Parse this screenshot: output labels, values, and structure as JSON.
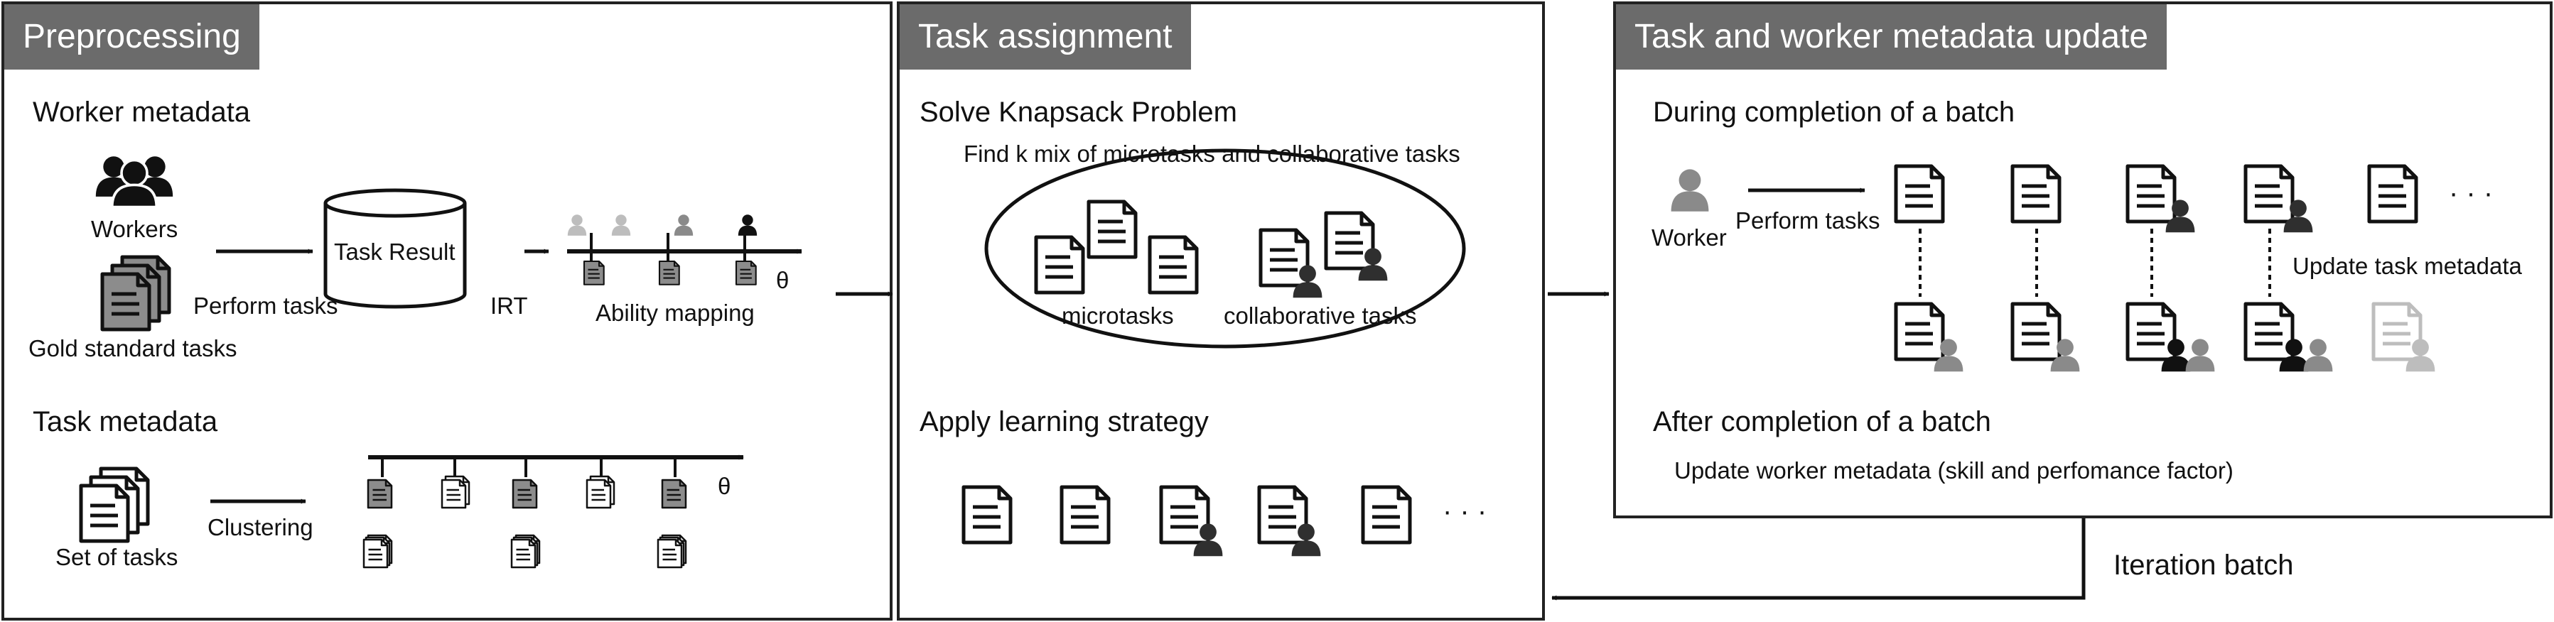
{
  "panels": {
    "preprocessing": {
      "title": "Preprocessing",
      "worker_metadata": "Worker metadata",
      "workers": "Workers",
      "gold_standard_tasks": "Gold standard tasks",
      "perform_tasks": "Perform tasks",
      "task_result": "Task Result",
      "irt": "IRT",
      "ability_mapping": "Ability mapping",
      "theta_1": "θ",
      "task_metadata": "Task metadata",
      "set_of_tasks": "Set of tasks",
      "clustering": "Clustering",
      "theta_2": "θ"
    },
    "assignment": {
      "title": "Task assignment",
      "knapsack": "Solve Knapsack Problem",
      "find_mix": "Find k mix of microtasks and collaborative tasks",
      "microtasks": "microtasks",
      "collaborative_tasks": "collaborative tasks",
      "learning_strategy": "Apply learning strategy",
      "ellipsis": "· · ·"
    },
    "update": {
      "title": "Task and worker metadata update",
      "during": "During completion of a batch",
      "worker": "Worker",
      "perform_tasks": "Perform tasks",
      "ellipsis": "· · ·",
      "update_task_metadata": "Update task metadata",
      "after": "After completion of a batch",
      "update_worker_metadata": "Update worker metadata (skill and perfomance factor)"
    }
  },
  "iteration_batch": "Iteration batch",
  "colors": {
    "title_bg": "#6b6b6b",
    "dark": "#2f2f2f",
    "mid": "#8a8a8a",
    "light": "#bdbdbd",
    "doc_gray": "#8c8c8c"
  }
}
